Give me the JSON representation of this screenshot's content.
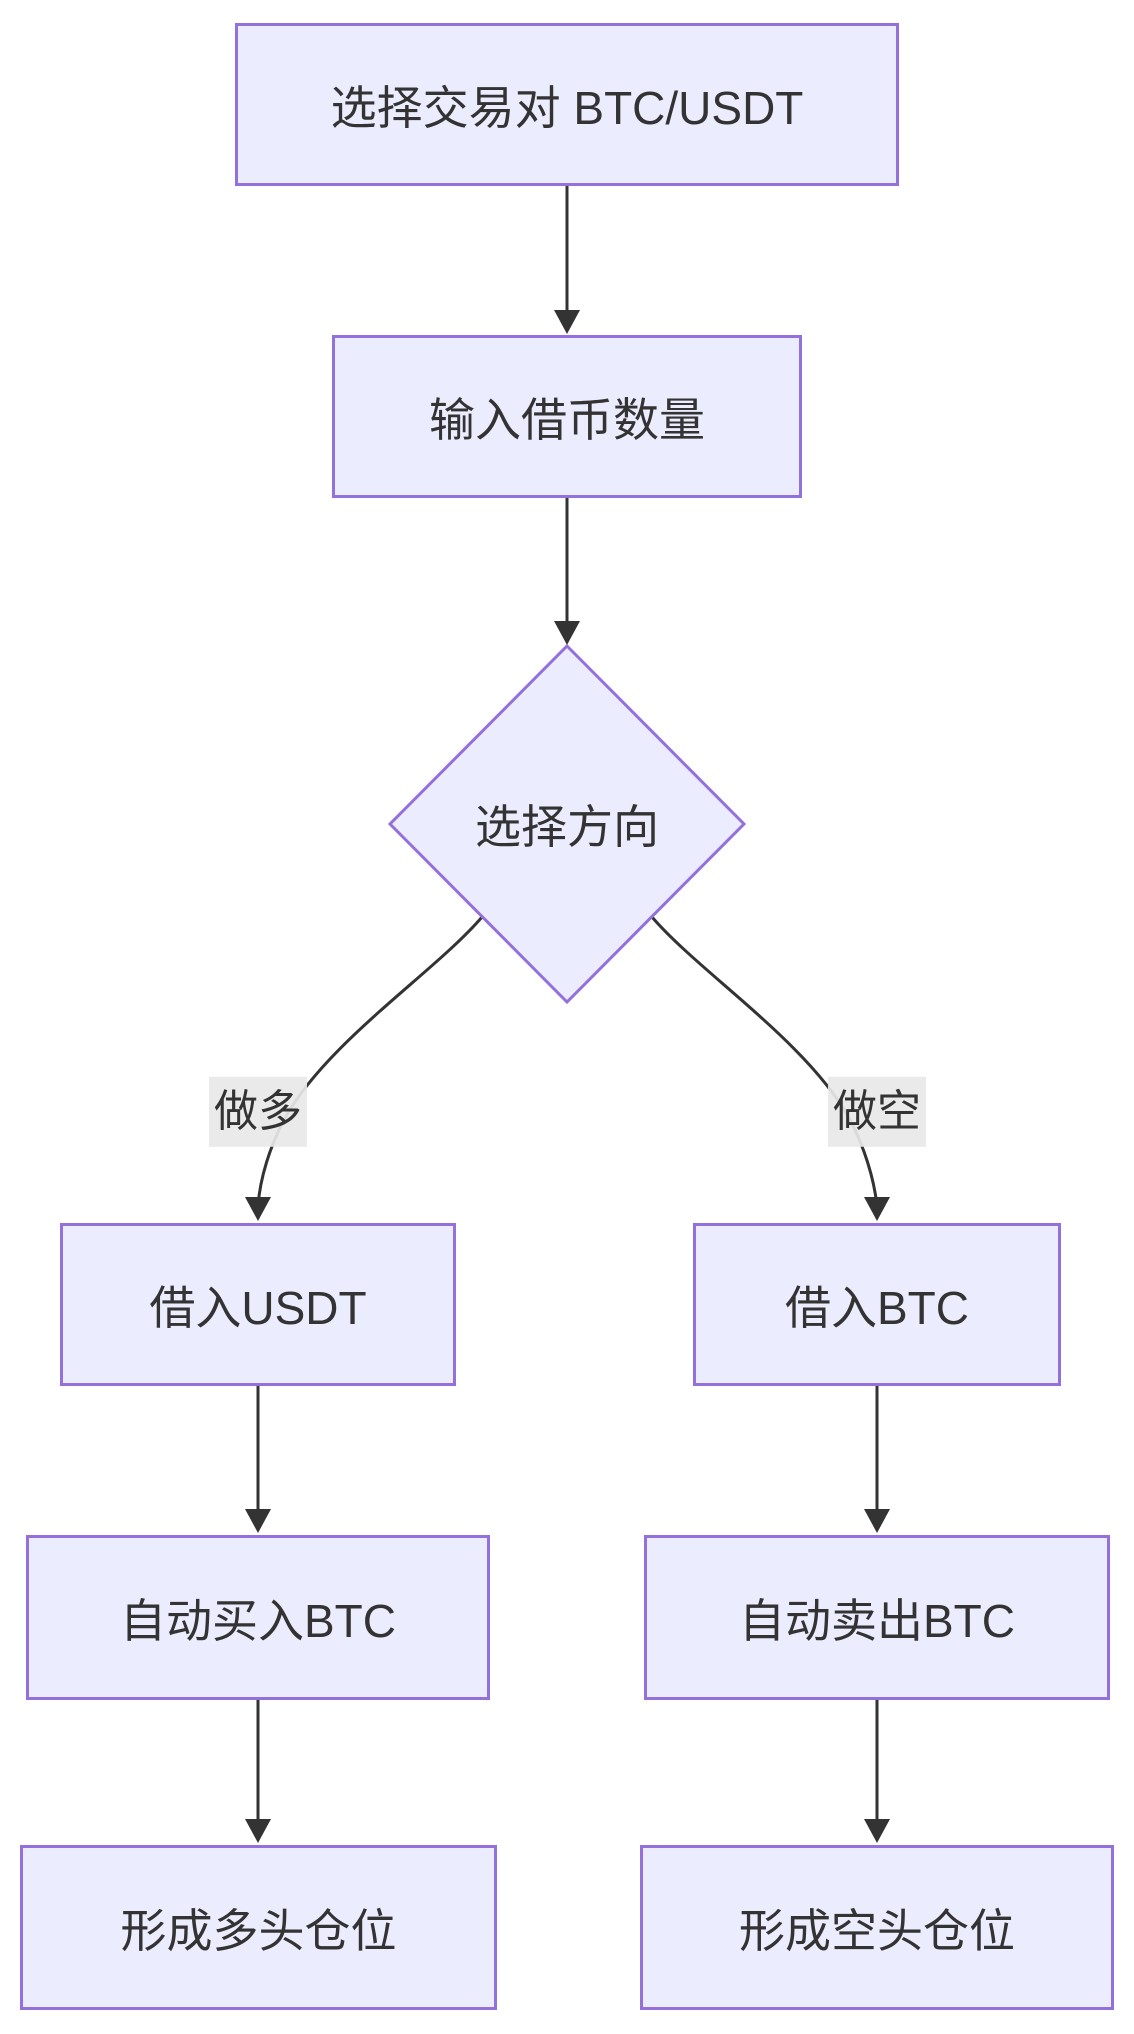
{
  "diagram": {
    "type": "flowchart",
    "direction": "top-down",
    "colors": {
      "background": "#ffffff",
      "node_fill": "#ECECFF",
      "node_border": "#9370DB",
      "edge_line": "#333333",
      "text": "#333333",
      "edge_label_bg": "#e8e8e8"
    },
    "nodes": [
      {
        "id": "select-pair",
        "shape": "rect",
        "label": "选择交易对 BTC/USDT"
      },
      {
        "id": "input-amount",
        "shape": "rect",
        "label": "输入借币数量"
      },
      {
        "id": "choose-direction",
        "shape": "diamond",
        "label": "选择方向"
      },
      {
        "id": "borrow-usdt",
        "shape": "rect",
        "label": "借入USDT"
      },
      {
        "id": "borrow-btc",
        "shape": "rect",
        "label": "借入BTC"
      },
      {
        "id": "auto-buy-btc",
        "shape": "rect",
        "label": "自动买入BTC"
      },
      {
        "id": "auto-sell-btc",
        "shape": "rect",
        "label": "自动卖出BTC"
      },
      {
        "id": "long-position",
        "shape": "rect",
        "label": "形成多头仓位"
      },
      {
        "id": "short-position",
        "shape": "rect",
        "label": "形成空头仓位"
      }
    ],
    "edges": [
      {
        "from": "select-pair",
        "to": "input-amount",
        "label": ""
      },
      {
        "from": "input-amount",
        "to": "choose-direction",
        "label": ""
      },
      {
        "from": "choose-direction",
        "to": "borrow-usdt",
        "label": "做多"
      },
      {
        "from": "choose-direction",
        "to": "borrow-btc",
        "label": "做空"
      },
      {
        "from": "borrow-usdt",
        "to": "auto-buy-btc",
        "label": ""
      },
      {
        "from": "borrow-btc",
        "to": "auto-sell-btc",
        "label": ""
      },
      {
        "from": "auto-buy-btc",
        "to": "long-position",
        "label": ""
      },
      {
        "from": "auto-sell-btc",
        "to": "short-position",
        "label": ""
      }
    ]
  }
}
